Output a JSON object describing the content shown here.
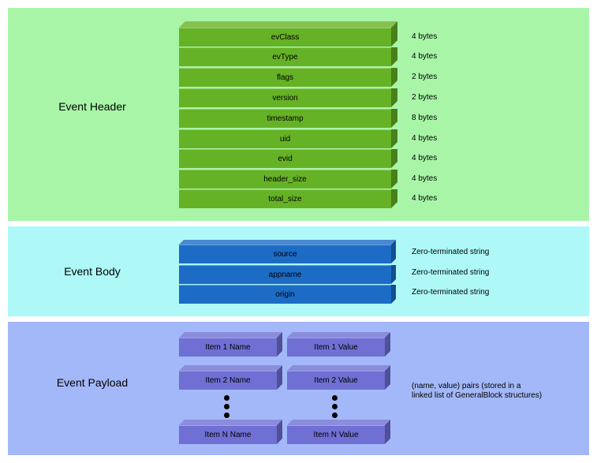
{
  "sections": {
    "header": {
      "label": "Event Header",
      "fields": [
        {
          "name": "evClass",
          "size": "4 bytes"
        },
        {
          "name": "evType",
          "size": "4 bytes"
        },
        {
          "name": "flags",
          "size": "2 bytes"
        },
        {
          "name": "version",
          "size": "2 bytes"
        },
        {
          "name": "timestamp",
          "size": "8 bytes"
        },
        {
          "name": "uid",
          "size": "4 bytes"
        },
        {
          "name": "evid",
          "size": "4 bytes"
        },
        {
          "name": "header_size",
          "size": "4 bytes"
        },
        {
          "name": "total_size",
          "size": "4 bytes"
        }
      ]
    },
    "body": {
      "label": "Event Body",
      "fields": [
        {
          "name": "source",
          "size": "Zero-terminated string"
        },
        {
          "name": "appname",
          "size": "Zero-terminated string"
        },
        {
          "name": "origin",
          "size": "Zero-terminated string"
        }
      ]
    },
    "payload": {
      "label": "Event Payload",
      "items": [
        {
          "name": "Item 1 Name",
          "value": "Item 1 Value"
        },
        {
          "name": "Item 2 Name",
          "value": "Item 2 Value"
        },
        {
          "name": "Item N Name",
          "value": "Item N Value"
        }
      ],
      "description_line1": "(name, value) pairs (stored in a",
      "description_line2": "linked list of GeneralBlock structures)"
    }
  },
  "colors": {
    "header_band": "#a8f5a8",
    "body_band": "#aef8f8",
    "payload_band": "#a3b8f8",
    "header_box": "#66b226",
    "body_box": "#1c6cc6",
    "payload_box": "#6f6fd4"
  }
}
